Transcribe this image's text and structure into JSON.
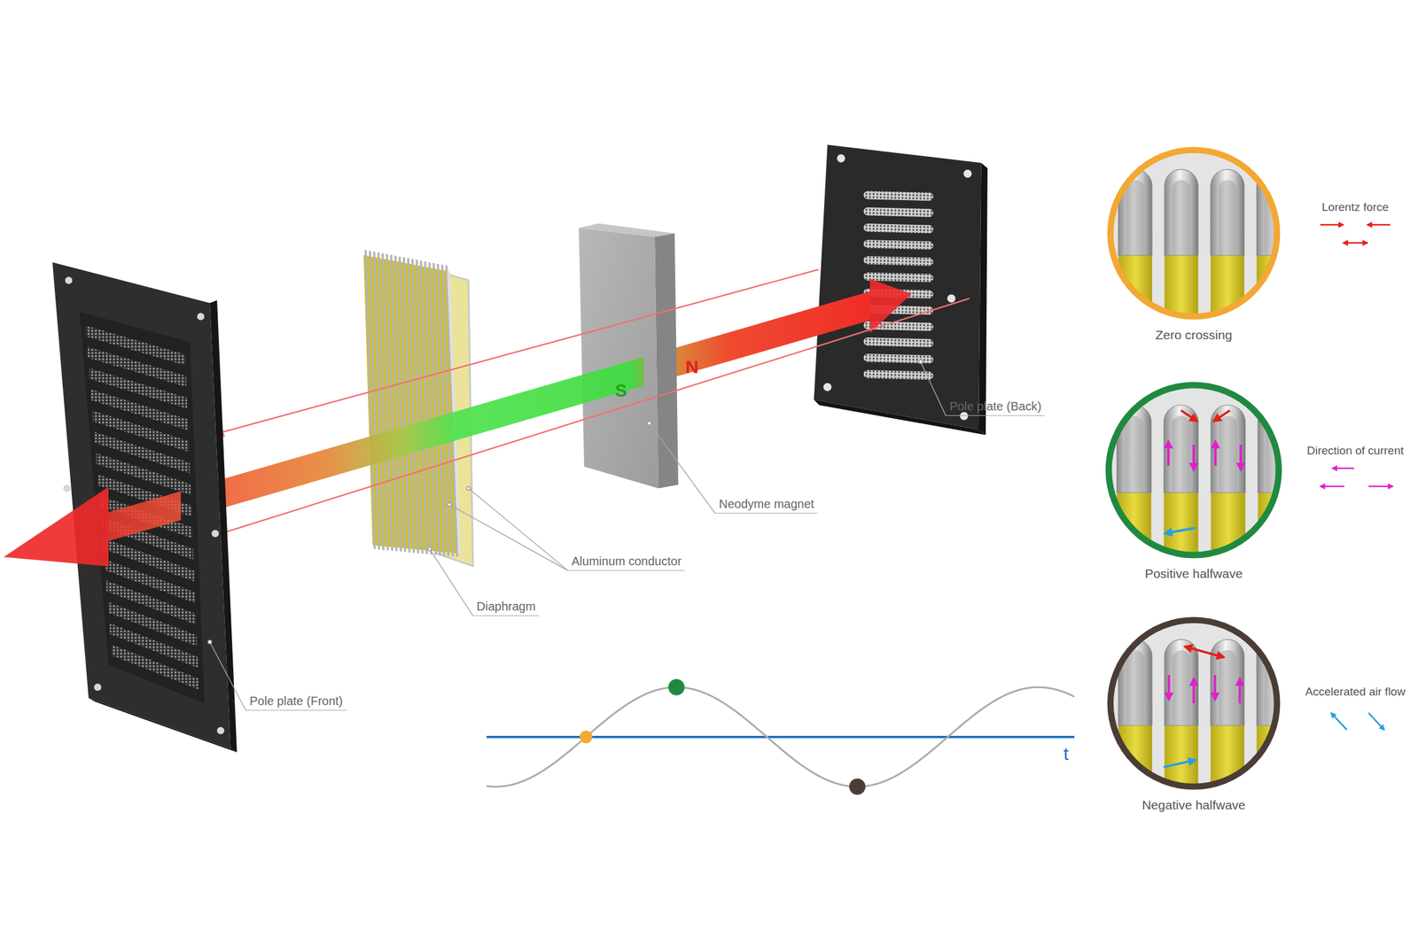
{
  "diagram": {
    "nodes": [
      {
        "text": [
          "Zero crossing"
        ]
      },
      {
        "text": [
          "Positive halfwave"
        ]
      },
      {
        "text": [
          "Negative halfwave"
        ]
      }
    ],
    "labels": [
      "Pole plate (Back)",
      "S",
      "N",
      "Neodyme magnet",
      "Aluminum conductor",
      "Diaphragm",
      "Pole plate (Front)",
      "t"
    ],
    "legend": [
      {
        "text": "Lorentz force"
      },
      {
        "text": "Direction of current"
      },
      {
        "text": "Accelerated air flow"
      }
    ]
  }
}
